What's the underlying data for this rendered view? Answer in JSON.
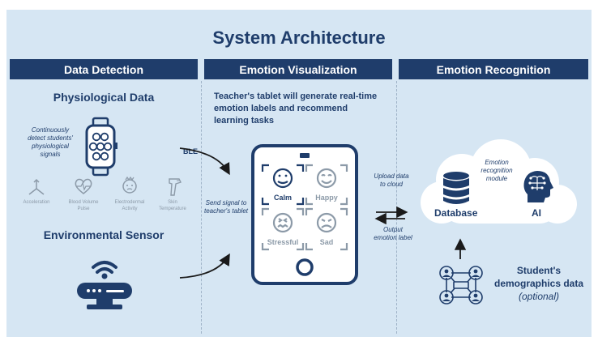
{
  "title": "System Architecture",
  "columns": {
    "detection": "Data Detection",
    "visualization": "Emotion Visualization",
    "recognition": "Emotion Recognition"
  },
  "detection": {
    "physio_title": "Physiological Data",
    "physio_caption": [
      "Continuously",
      "detect students'",
      "physiological",
      "signals"
    ],
    "signals": [
      {
        "line1": "Acceleration",
        "line2": ""
      },
      {
        "line1": "Blood Volume",
        "line2": "Pulse"
      },
      {
        "line1": "Electrodermal",
        "line2": "Activity"
      },
      {
        "line1": "Skin",
        "line2": "Temperature"
      }
    ],
    "env_title": "Environmental Sensor",
    "ble": "BLE"
  },
  "visualization": {
    "description": [
      "Teacher's tablet will generate real-time",
      "emotion labels and recommend",
      "learning tasks"
    ],
    "send_signal": [
      "Send signal to",
      "teacher's tablet"
    ],
    "emotions": [
      "Calm",
      "Happy",
      "Stressful",
      "Sad"
    ],
    "upload": [
      "Upload data",
      "to cloud"
    ],
    "output": [
      "Output",
      "emotion label"
    ]
  },
  "recognition": {
    "database": "Database",
    "ai": "AI",
    "module": [
      "Emotion",
      "recognition",
      "module"
    ],
    "demographics": [
      "Student's",
      "demographics data"
    ],
    "optional": "(optional)"
  },
  "colors": {
    "navy": "#1f3d6b",
    "panel": "#d6e6f3",
    "gray": "#8c9aa8"
  }
}
